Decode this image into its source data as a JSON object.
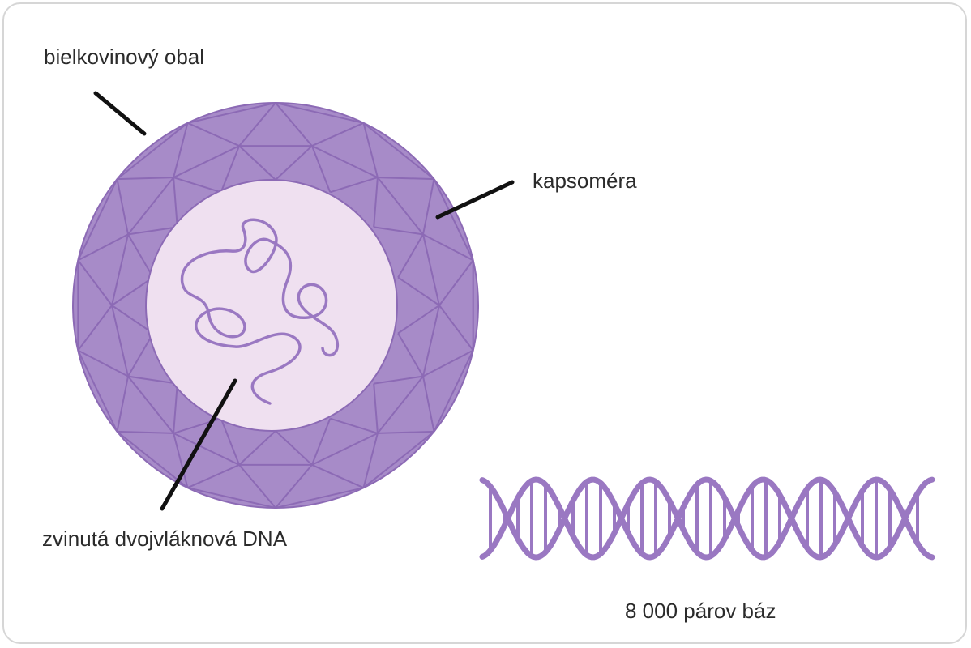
{
  "labels": {
    "protein_coat": "bielkovinový obal",
    "capsomere": "kapsoméra",
    "dna": "zvinutá dvojvláknová DNA",
    "base_pairs": "8 000 párov báz"
  },
  "colors": {
    "coat_fill": "#a78bc8",
    "coat_stroke": "#8c6ab5",
    "core_fill": "#efe0f0",
    "strand": "#9a78c2",
    "leader": "#111111",
    "frame": "#d6d6d6"
  }
}
